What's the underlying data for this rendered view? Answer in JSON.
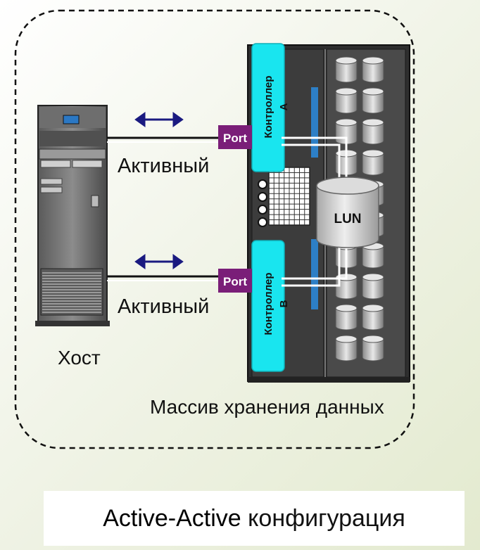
{
  "host_label": "Хост",
  "array_label": "Массив хранения данных",
  "link_top_label": "Активный",
  "link_bottom_label": "Активный",
  "port_top_label": "Port",
  "port_bottom_label": "Port",
  "controller_a_line1": "Контроллер",
  "controller_a_line2": "A",
  "controller_b_line1": "Контроллер",
  "controller_b_line2": "B",
  "lun_label": "LUN",
  "caption": {
    "part1": "Active-Active",
    "part2": "конфигурация"
  },
  "colors": {
    "controller": "#19e5ef",
    "port": "#7a1e78",
    "arrow": "#1a1a80",
    "lun": "#c8c8c8",
    "rack": "#3a3a3a"
  }
}
